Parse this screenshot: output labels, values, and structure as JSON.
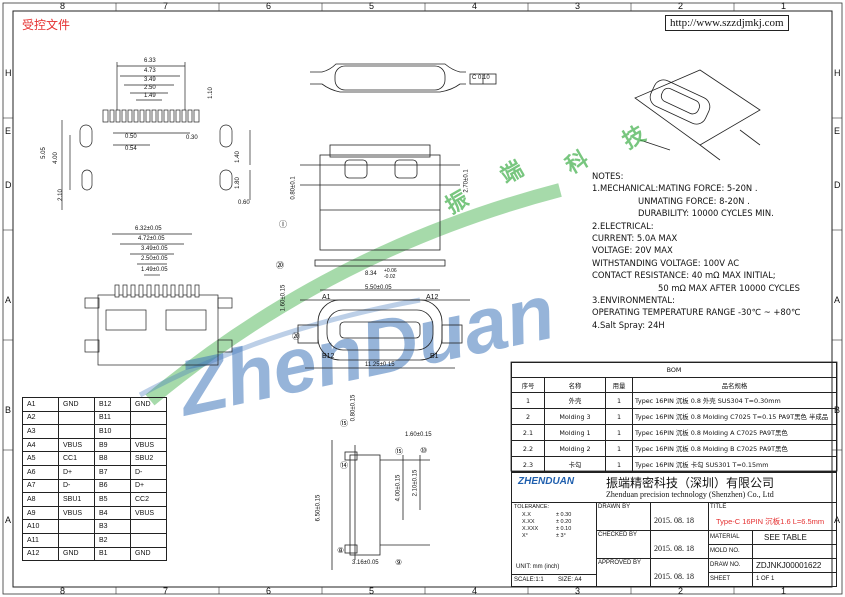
{
  "header": {
    "controlled_label": "受控文件",
    "website": "http://www.szzdjmkj.com"
  },
  "grid": {
    "columns_top": [
      "8",
      "7",
      "6",
      "5",
      "4",
      "3",
      "2",
      "1"
    ],
    "columns_bottom": [
      "8",
      "7",
      "6",
      "5",
      "4",
      "3",
      "2",
      "1"
    ],
    "rows_left": [
      "H",
      "E",
      "D",
      "A",
      "B",
      "A"
    ],
    "rows_right": [
      "H",
      "E",
      "D",
      "A",
      "B",
      "A"
    ]
  },
  "watermark": {
    "brand": "ZhenDuan",
    "chinese": [
      "振",
      "端",
      "科",
      "技"
    ]
  },
  "dimensions": {
    "top_pin": [
      "6.33",
      "4.73",
      "3.49",
      "2.50",
      "1.49",
      "0.50",
      "0.54",
      "0.30",
      "1.10",
      "5.05",
      "4.00",
      "2.10",
      "1.40",
      "1.80",
      "0.60"
    ],
    "front": [
      "6.32±0.05",
      "4.72±0.05",
      "3.49±0.05",
      "2.50±0.05",
      "1.49±0.05"
    ],
    "side_top": [
      "C 0.10",
      "0.80±0.1",
      "2.70±0.1",
      "8.34",
      "+0.06",
      "-0.02",
      "5.50±0.05",
      "1.60±0.15",
      "11.25±0.15"
    ],
    "bottom": [
      "0.80±0.15",
      "1.60±0.15",
      "4.00±0.15",
      "2.10±0.15",
      "6.50±0.15",
      "3.16±0.05"
    ],
    "markers": [
      "A1",
      "A12",
      "B12",
      "B1"
    ],
    "circles": [
      "Ⓘ",
      "⑳",
      "⑳",
      "⑮",
      "⑮",
      "⑩",
      "⑭",
      "⑧",
      "⑨"
    ]
  },
  "notes": [
    "NOTES:",
    "1.MECHANICAL:MATING FORCE: 5-20N .",
    "             UNMATING FORCE: 8-20N .",
    "             DURABILITY: 10000 CYCLES MIN.",
    "2.ELECTRICAL:",
    "CURRENT: 5.0A MAX",
    "VOLTAGE: 20V MAX",
    "WITHSTANDING VOLTAGE: 100V AC",
    "CONTACT RESISTANCE: 40 mΩ MAX INITIAL;",
    "             50 mΩ MAX AFTER 10000 CYCLES",
    "3.ENVIRONMENTAL:",
    "OPERATING TEMPERATURE RANGE -30℃ ~ +80℃",
    "4.Salt Spray: 24H"
  ],
  "pin_table": [
    [
      "A1",
      "GND",
      "B12",
      "GND"
    ],
    [
      "A2",
      "",
      "B11",
      ""
    ],
    [
      "A3",
      "",
      "B10",
      ""
    ],
    [
      "A4",
      "VBUS",
      "B9",
      "VBUS"
    ],
    [
      "A5",
      "CC1",
      "B8",
      "SBU2"
    ],
    [
      "A6",
      "D+",
      "B7",
      "D-"
    ],
    [
      "A7",
      "D-",
      "B6",
      "D+"
    ],
    [
      "A8",
      "SBU1",
      "B5",
      "CC2"
    ],
    [
      "A9",
      "VBUS",
      "B4",
      "VBUS"
    ],
    [
      "A10",
      "",
      "B3",
      ""
    ],
    [
      "A11",
      "",
      "B2",
      ""
    ],
    [
      "A12",
      "GND",
      "B1",
      "GND"
    ]
  ],
  "bom": {
    "title": "BOM",
    "headers": [
      "序号",
      "名称",
      "用量",
      "品名规格"
    ],
    "rows": [
      [
        "1",
        "外壳",
        "1",
        "Typec 16PIN 沉板 0.8 外壳 SUS304 T=0.30mm"
      ],
      [
        "2",
        "Molding 3",
        "1",
        "Typec 16PIN 沉板 0.8 Molding C7025 T=0.15 PA9T黑色 半成品"
      ],
      [
        "2.1",
        "Molding 1",
        "1",
        "Typec 16PIN 沉板 0.8 Molding A C7025 PA9T黑色"
      ],
      [
        "2.2",
        "Molding 2",
        "1",
        "Typec 16PIN 沉板 0.8 Molding B C7025 PA9T黑色"
      ],
      [
        "2.3",
        "卡勾",
        "1",
        "Typec 16PIN 沉板 卡勾 SUS301 T=0.15mm"
      ]
    ]
  },
  "title_block": {
    "company_cn": "振端精密科技（深圳）有限公司",
    "company_en": "Zhenduan precision technology (Shenzhen) Co., Ltd",
    "logo_text": "ZHENDUAN",
    "tolerance_label": "TOLERANCE:",
    "tolerance_rows": [
      [
        "X.X",
        "± 0.30"
      ],
      [
        "X.XX",
        "± 0.20"
      ],
      [
        "X.XXX",
        "± 0.10"
      ],
      [
        "X°",
        "± 3°"
      ]
    ],
    "unit_label": "UNIT: mm (inch)",
    "scale_label": "SCALE:1:1",
    "size_label": "SIZE: A4",
    "drawn_by_label": "DRAWN BY",
    "checked_by_label": "CHECKED BY",
    "approved_by_label": "APPROVED BY",
    "date": "2015. 08. 18",
    "title_label": "TITLE",
    "title_value": "Type-C 16PIN 沉板1.6 L=6.5mm",
    "material_label": "MATERIAL",
    "material_value": "SEE TABLE",
    "mold_no_label": "MOLD NO.",
    "draw_no_label": "DRAW NO.",
    "draw_no_value": "ZDJNKJ00001622",
    "sheet_label": "SHEET",
    "sheet_value": "1 OF 1"
  },
  "colors": {
    "watermark_green": "#3fae49",
    "watermark_blue": "#1f5fae",
    "red": "#e53030",
    "line": "#222222"
  }
}
